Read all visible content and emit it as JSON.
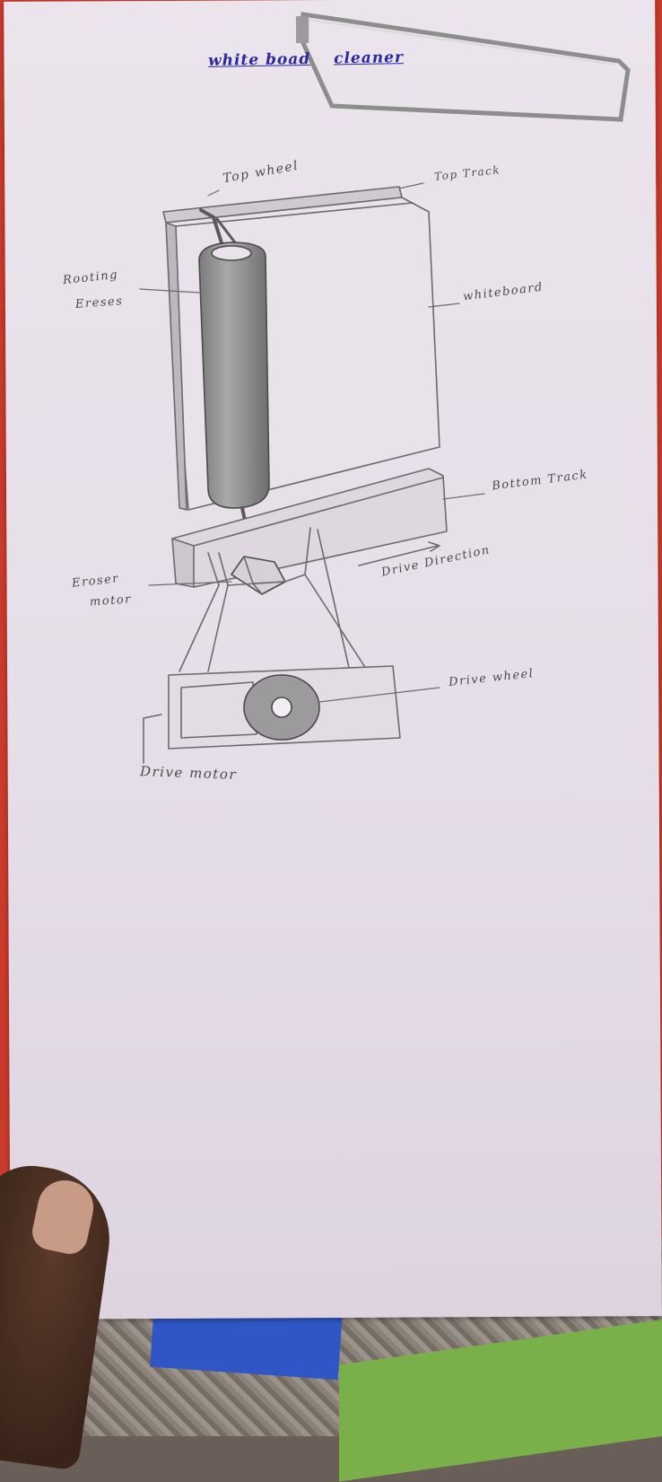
{
  "diagram": {
    "title_part1": "white boa",
    "title_part2": "d",
    "title_part3": "cleaner",
    "labels": {
      "top_wheel": "Top wheel",
      "top_track": "Top Track",
      "rotating": "Rooting",
      "erases": "Ereses",
      "whiteboard": "whiteboard",
      "bottom_track": "Bottom Track",
      "eraser": "Eroser",
      "motor": "motor",
      "drive_direction": "Drive Direction",
      "drive_wheel": "Drive wheel",
      "drive_motor": "Drive motor"
    }
  }
}
